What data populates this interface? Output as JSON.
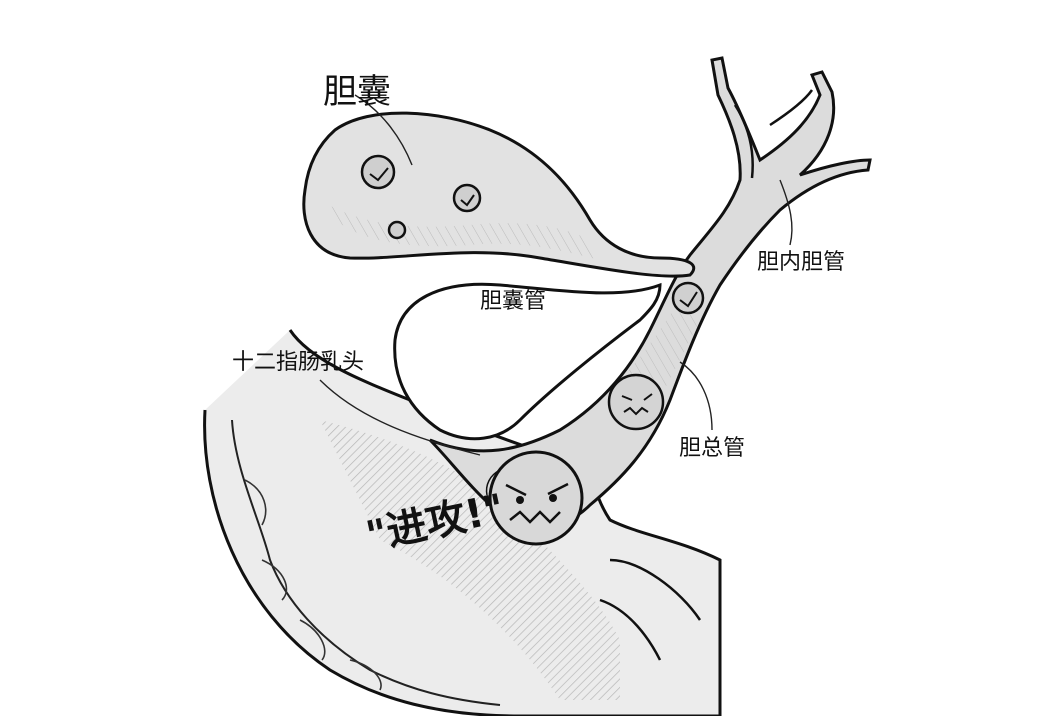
{
  "labels": {
    "gallbladder": "胆囊",
    "cystic_duct": "胆囊管",
    "duodenal_papilla": "十二指肠乳头",
    "intrahepatic_duct": "胆内胆管",
    "common_bile_duct": "胆总管",
    "attack": "\"进攻!\""
  },
  "colors": {
    "ink": "#111111",
    "shade_light": "#e4e4e4",
    "shade_mid": "#cfcfcf",
    "shade_dark": "#9a9a9a",
    "stone_fill": "#d8d8d8"
  }
}
